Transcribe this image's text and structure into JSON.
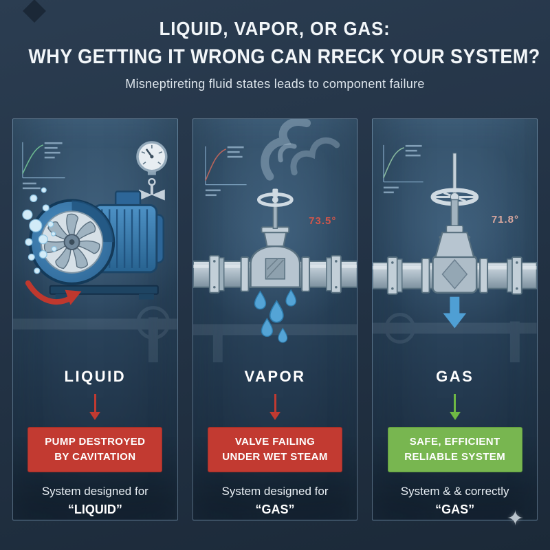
{
  "header": {
    "title_line1": "LIQUID, VAPOR, OR GAS:",
    "title_line2": "WHY GETTING IT WRONG CAN RRECK YOUR SYSTEM?",
    "subtitle": "Misneptireting fluid states leads to component failure"
  },
  "panels": [
    {
      "state": "LIQUID",
      "illustration": "pump-destroyed-by-cavitation",
      "temp": "",
      "badge": {
        "line1": "PUMP DESTROYED",
        "line2": "BY CAVITATION",
        "type": "danger"
      },
      "caption_line1": "System designed for",
      "caption_line2": "“LIQUID”"
    },
    {
      "state": "VAPOR",
      "illustration": "valve-failing-under-wet-steam",
      "temp": "73.5°",
      "badge": {
        "line1": "VALVE FAILING",
        "line2": "UNDER WET STEAM",
        "type": "danger"
      },
      "caption_line1": "System designed for",
      "caption_line2": "“GAS”"
    },
    {
      "state": "GAS",
      "illustration": "gate-valve-reliable-system",
      "temp": "71.8°",
      "badge": {
        "line1": "SAFE, EFFICIENT",
        "line2": "RELIABLE SYSTEM",
        "type": "success"
      },
      "caption_line1": "System & & correctly",
      "caption_line2": "“GAS”"
    }
  ],
  "colors": {
    "background_top": "#2b3d51",
    "background_bottom": "#1b2938",
    "danger": "#c23a31",
    "success": "#78b650",
    "flow_arrow_blue": "#4f9fd4",
    "temp_hot": "#d0564b",
    "temp_ok": "#d9a79e",
    "title_text": "#f2f6f9"
  }
}
